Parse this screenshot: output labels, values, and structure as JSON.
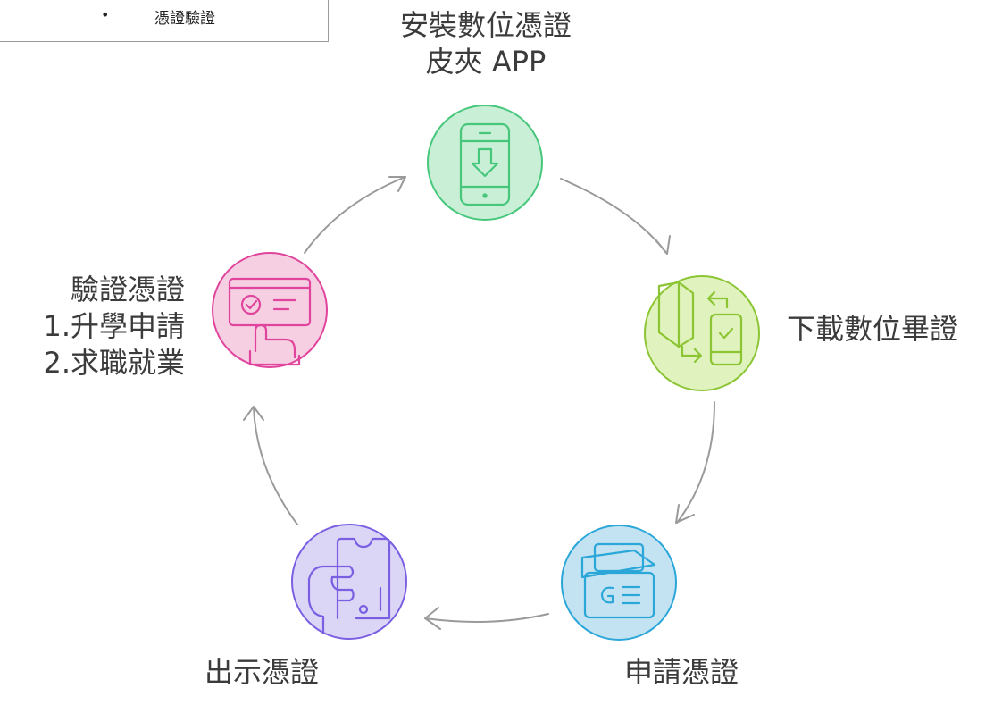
{
  "legend": {
    "bullet": "•",
    "text": "憑證驗證"
  },
  "steps": [
    {
      "name": "install",
      "lines": [
        "安裝數位憑證",
        "皮夾 APP"
      ],
      "color": "#47c77b",
      "fill": "#c9efd6",
      "icon": "phone-download-icon"
    },
    {
      "name": "download",
      "lines": [
        "下載數位畢證"
      ],
      "color": "#8cc534",
      "fill": "#e0f2bd",
      "icon": "transfer-phone-icon"
    },
    {
      "name": "apply",
      "lines": [
        "申請憑證"
      ],
      "color": "#2aa7d8",
      "fill": "#c4e3f2",
      "icon": "id-cards-icon"
    },
    {
      "name": "present",
      "lines": [
        "出示憑證"
      ],
      "color": "#7b5fe3",
      "fill": "#dcd6f6",
      "icon": "hand-card-icon"
    },
    {
      "name": "verify",
      "lines": [
        "驗證憑證",
        "1.升學申請",
        "2.求職就業"
      ],
      "color": "#e0449c",
      "fill": "#f6cfe2",
      "icon": "hand-verify-screen-icon"
    }
  ],
  "arrow_color": "#9a9a9a"
}
